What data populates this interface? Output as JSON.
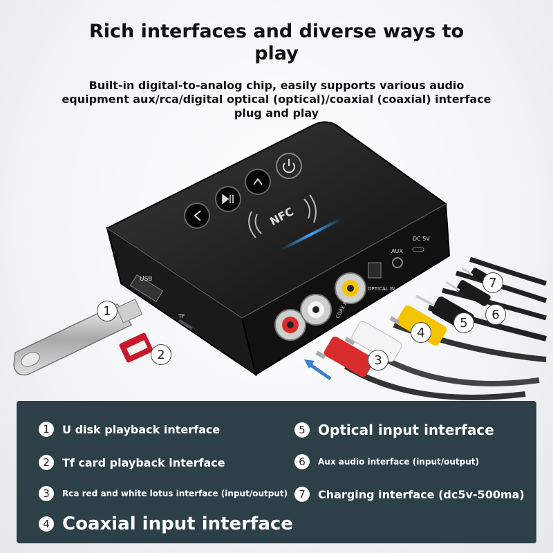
{
  "headline": "Rich interfaces and diverse ways to play",
  "subheadline": "Built-in digital-to-analog chip, easily supports various audio equipment aux/rca/digital optical (optical)/coaxial (coaxial) interface plug and play",
  "device_labels": {
    "nfc": "NFC",
    "usb": "USB",
    "tf": "TF",
    "aux": "AUX",
    "dc": "DC 5V",
    "optical": "OPTICAL IN",
    "coax": "COAX IN"
  },
  "callouts": [
    "1",
    "2",
    "3",
    "4",
    "5",
    "6",
    "7"
  ],
  "features": [
    {
      "num": "1",
      "label": "U disk playback interface"
    },
    {
      "num": "2",
      "label": "Tf card playback interface"
    },
    {
      "num": "3",
      "label": "Rca red and white lotus interface (input/output)"
    },
    {
      "num": "4",
      "label": "Coaxial input interface"
    },
    {
      "num": "5",
      "label": "Optical input interface"
    },
    {
      "num": "6",
      "label": "Aux audio interface (input/output)"
    },
    {
      "num": "7",
      "label": "Charging interface (dc5v-500ma)"
    }
  ],
  "colors": {
    "panel": "#2d4048",
    "device": "#141414",
    "led": "#3fa9ff",
    "rca_red": "#d92c2c",
    "rca_yellow": "#f2c500"
  }
}
